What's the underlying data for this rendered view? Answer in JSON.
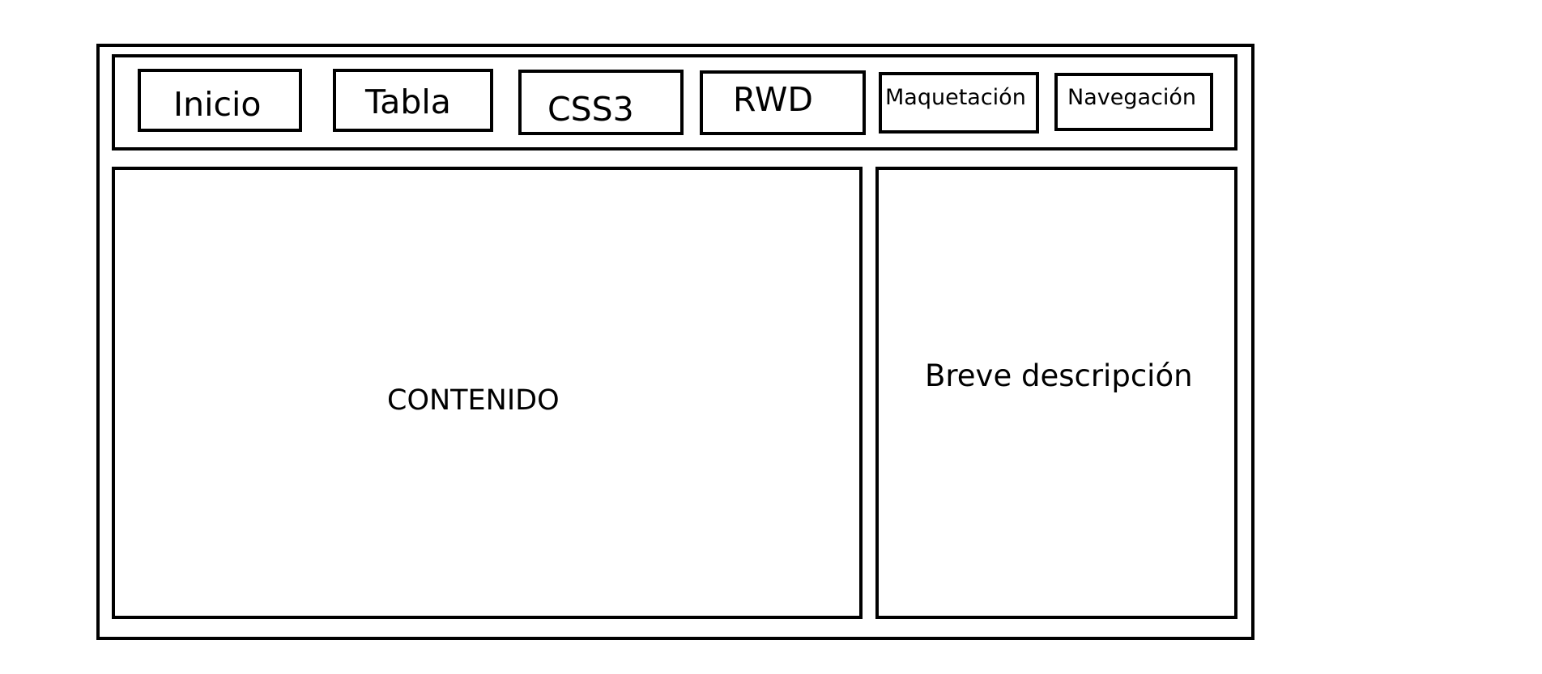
{
  "nav": {
    "items": [
      {
        "label": "Inicio"
      },
      {
        "label": "Tabla"
      },
      {
        "label": "CSS3"
      },
      {
        "label": "RWD"
      },
      {
        "label": "Maquetación"
      },
      {
        "label": "Navegación"
      }
    ]
  },
  "main": {
    "content_label": "CONTENIDO",
    "aside_label": "Breve descripción"
  }
}
